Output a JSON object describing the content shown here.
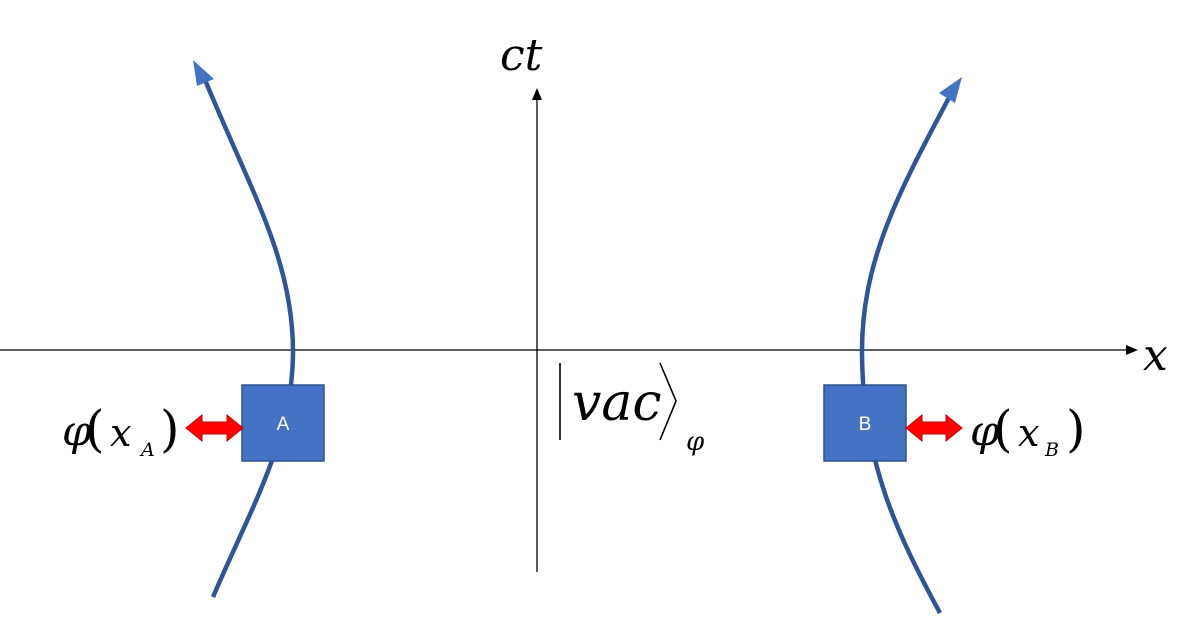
{
  "axes": {
    "time_label": "ct",
    "space_label": "x"
  },
  "vacuum_state": {
    "name": "vac",
    "subscript": "φ"
  },
  "detector_a": {
    "label": "A",
    "field_symbol": "φ",
    "field_argument": "x",
    "field_subscript": "A"
  },
  "detector_b": {
    "label": "B",
    "field_symbol": "φ",
    "field_argument": "x",
    "field_subscript": "B"
  },
  "colors": {
    "worldline": "#2e5597",
    "worldline_arrowhead": "#4472c4",
    "detector_box": "#4472c4",
    "detector_box_border": "#2f528f",
    "coupling_arrow": "#ff0000",
    "coupling_arrow_outline": "#c00000",
    "axis": "#000000"
  }
}
